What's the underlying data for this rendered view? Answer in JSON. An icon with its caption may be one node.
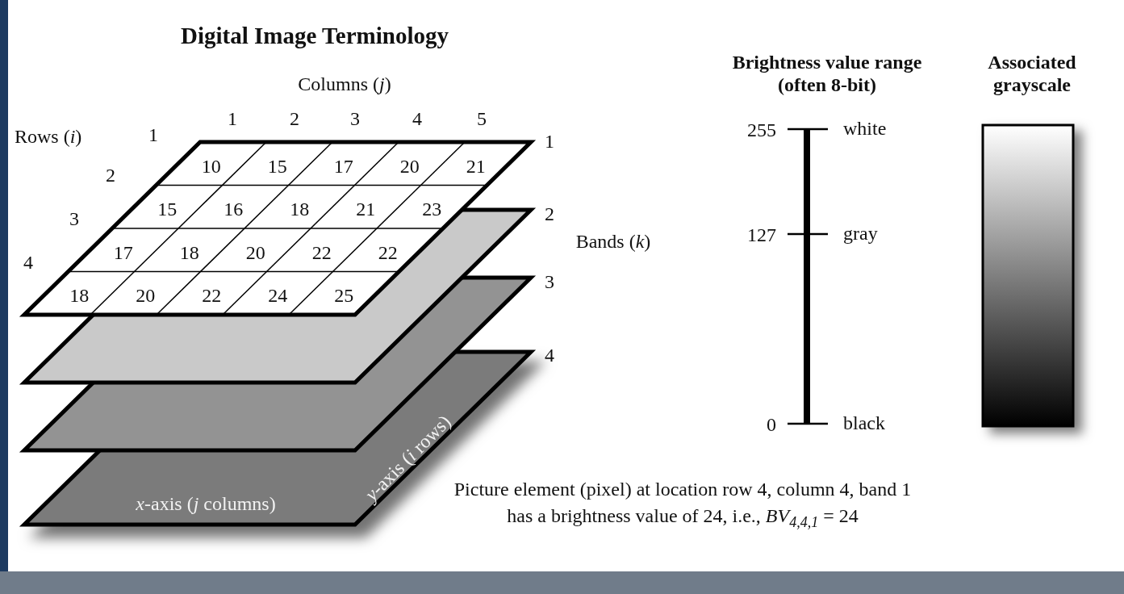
{
  "diagram": {
    "title": "Digital Image Terminology",
    "nodes": [
      {
        "text": [
          "10",
          "15",
          "17",
          "20",
          "21",
          "15",
          "16",
          "18",
          "21",
          "23",
          "17",
          "18",
          "20",
          "22",
          "22",
          "18",
          "20",
          "22",
          "24",
          "25"
        ]
      },
      {
        "text": [],
        "shape": "box"
      },
      {
        "text": [],
        "shape": "box"
      },
      {
        "text": [
          "*x*-axis (*j* columns)",
          "*y*-axis (*i* rows)"
        ]
      },
      {
        "text": [],
        "shape": "bar"
      }
    ],
    "labels": [
      "Columns (*j*)",
      "1",
      "2",
      "3",
      "4",
      "5",
      "Rows (*i*)",
      "1",
      "2",
      "3",
      "4",
      "1",
      "2",
      "3",
      "4",
      "Bands (*k*)",
      "Brightness value range (often 8-bit)",
      "Associated grayscale",
      "255",
      "white",
      "127",
      "gray",
      "0",
      "black",
      "Picture element (pixel) at location row 4, column 4, band 1",
      "has a brightness value of 24, i.e., *BV*$_{4,4,1}$ = 24"
    ]
  }
}
